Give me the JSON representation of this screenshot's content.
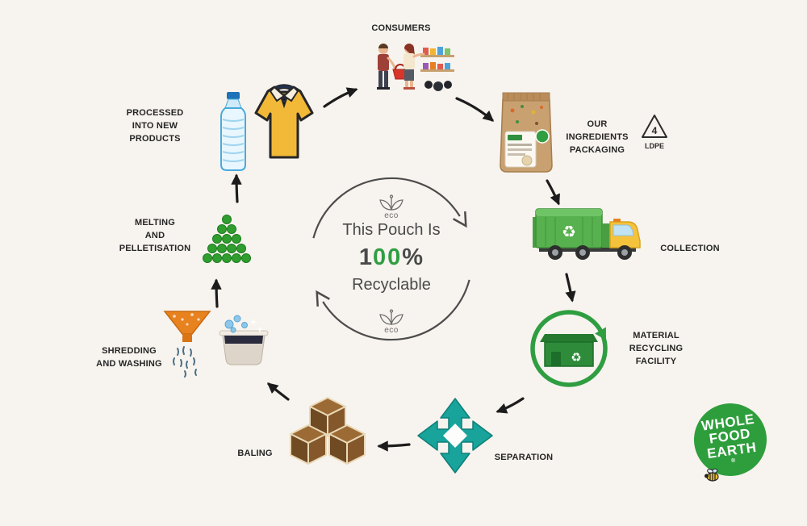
{
  "center": {
    "line1": "This Pouch Is",
    "num_1": "1",
    "num_00": "00",
    "num_pct": "%",
    "line3": "Recyclable",
    "eco_top": "eco",
    "eco_bottom": "eco"
  },
  "stages": {
    "consumers": {
      "label": "CONSUMERS"
    },
    "packaging": {
      "line1": "OUR INGREDIENTS",
      "line2": "PACKAGING",
      "ldpe_number": "4",
      "ldpe_code": "LDPE"
    },
    "collection": {
      "label": "COLLECTION"
    },
    "mrf": {
      "line1": "MATERIAL",
      "line2": "RECYCLING",
      "line3": "FACILITY"
    },
    "separation": {
      "label": "SEPARATION"
    },
    "baling": {
      "label": "BALING"
    },
    "shredding": {
      "line1": "SHREDDING",
      "line2": "AND WASHING"
    },
    "melting": {
      "line1": "MELTING",
      "line2": "AND",
      "line3": "PELLETISATION"
    },
    "processed": {
      "line1": "PROCESSED",
      "line2": "INTO NEW PRODUCTS"
    }
  },
  "icons": {
    "recycle_glyph": "♻"
  },
  "logo": {
    "line1": "WHOLE",
    "line2": "FOOD",
    "line3": "EARTH",
    "registered": "®"
  },
  "colors": {
    "background": "#f7f3ee",
    "accent_green": "#2f9e41",
    "teal": "#18a39b",
    "truck_green": "#57b14e",
    "cab_yellow": "#f5c23b",
    "pellet_green": "#2f9e2f",
    "pouch_tan": "#c9a171",
    "funnel_orange": "#e8821e",
    "bale_brown": "#8a5a33",
    "arrow_dark": "#1c1c1c"
  }
}
